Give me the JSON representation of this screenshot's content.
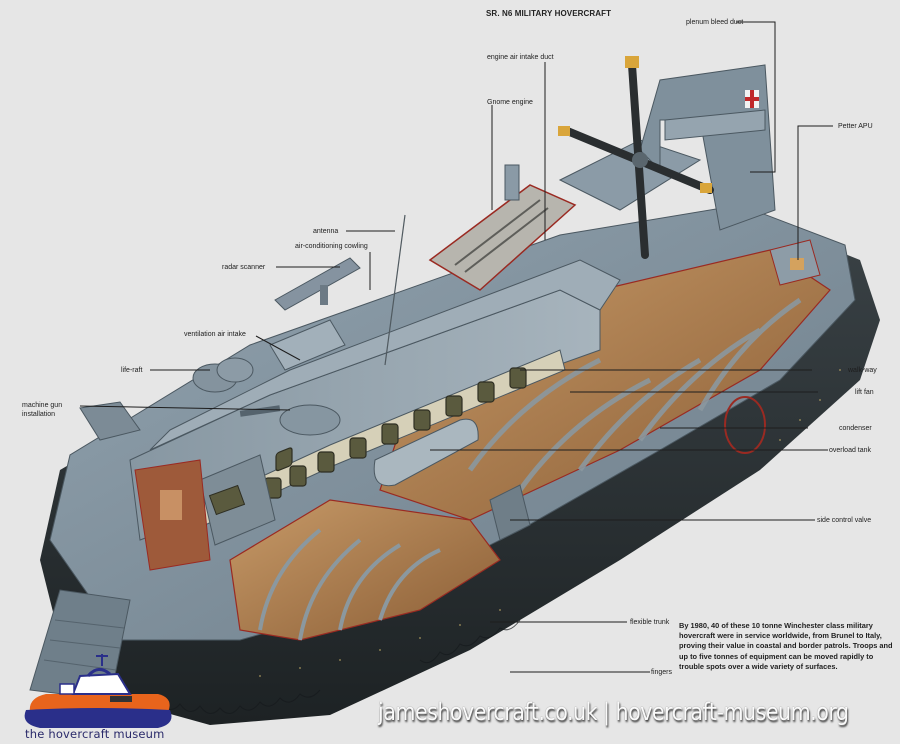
{
  "diagram": {
    "title": "SR. N6 MILITARY HOVERCRAFT",
    "subject": "hovercraft cutaway illustration",
    "labels": {
      "plenum_bleed_duct": "plenum bleed duct",
      "engine_air_intake_duct": "engine air intake duct",
      "gnome_engine": "Gnome engine",
      "petter_apu": "Petter APU",
      "antenna": "antenna",
      "air_conditioning_cowling": "air-conditioning cowling",
      "radar_scanner": "radar scanner",
      "ventilation_air_intake": "ventilation air intake",
      "life_raft": "life-raft",
      "machine_gun_installation_line1": "machine gun",
      "machine_gun_installation_line2": "installation",
      "walk_way": "walk-way",
      "lift_fan": "lift fan",
      "condenser": "condenser",
      "overload_tank": "overload tank",
      "side_control_valve": "side control valve",
      "flexible_trunk": "flexible trunk",
      "fingers": "fingers"
    },
    "description": "By 1980, 40 of these 10 tonne Winchester class military hovercraft were in service worldwide, from Brunel to Italy, proving their value in coastal and border patrols. Troops and up to five tonnes of equipment can be moved rapidly to trouble spots over a wide variety of surfaces."
  },
  "branding": {
    "watermark": "jameshovercraft.co.uk | hovercraft-museum.org",
    "logo_text": "the hovercraft museum"
  },
  "colors": {
    "background": "#e6e6e6",
    "hull": "#7f909c",
    "skirt": "#2b3133",
    "interior": "#b88a5a",
    "cutaway_edge": "#9a2a22",
    "logo_orange": "#e8641c",
    "logo_blue": "#2a2f8a"
  }
}
